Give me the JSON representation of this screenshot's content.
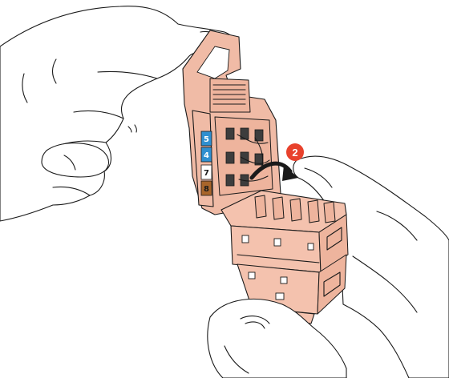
{
  "step_callout": {
    "number": "2",
    "color": "#e8412c"
  },
  "pin_labels": [
    {
      "text": "5",
      "color": "#2f8fd0",
      "text_color": "#ffffff"
    },
    {
      "text": "4",
      "color": "#2f8fd0",
      "text_color": "#ffffff"
    },
    {
      "text": "7",
      "color": "#ffffff",
      "text_color": "#1a1a1a"
    },
    {
      "text": "8",
      "color": "#a8652a",
      "text_color": "#1a1a1a"
    }
  ],
  "module_color": "#f4c2ae",
  "arrow_color": "#1a1a1a"
}
